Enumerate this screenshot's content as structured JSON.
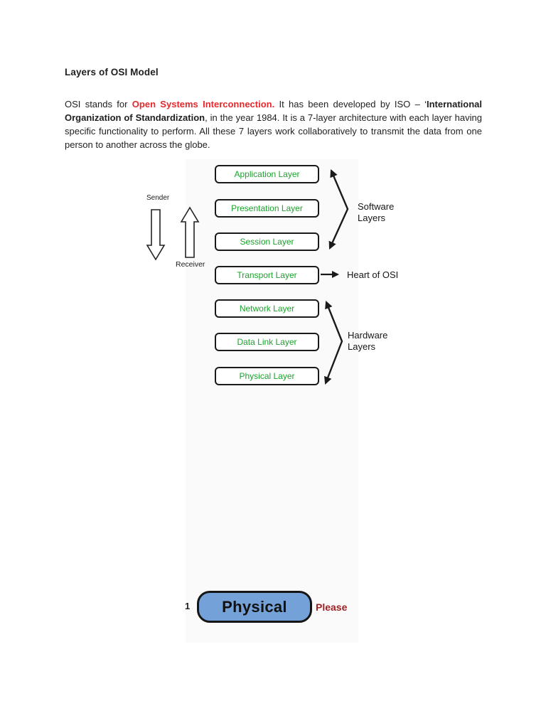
{
  "document": {
    "title": "Layers of OSI Model",
    "paragraph": {
      "part1": "OSI stands for ",
      "red_text": "Open Systems Interconnection.",
      "part2": " It has been developed by ISO – ‘",
      "bold_text": "International Organization of Standardization",
      "part3": ", in the year 1984. It is a 7-layer architecture with each layer having specific functionality to perform. All these 7 layers work collaboratively to transmit the data from one person to another across the globe."
    }
  },
  "diagram": {
    "layers": [
      {
        "label": "Application Layer"
      },
      {
        "label": "Presentation Layer"
      },
      {
        "label": "Session Layer"
      },
      {
        "label": "Transport Layer"
      },
      {
        "label": "Network Layer"
      },
      {
        "label": "Data Link Layer"
      },
      {
        "label": "Physical Layer"
      }
    ],
    "sender_label": "Sender",
    "receiver_label": "Receiver",
    "software_group_label": "Software\nLayers",
    "hardware_group_label": "Hardware\nLayers",
    "heart_label": "Heart of OSI",
    "colors": {
      "layer_text_green": "#1ba32c",
      "box_border": "#1a1a1a",
      "red_highlight": "#e62a2c"
    }
  },
  "footer_figure": {
    "number": "1",
    "pill_label": "Physical",
    "side_label": "Please",
    "pill_fill": "#74a2d8",
    "side_label_color": "#9e2023"
  }
}
